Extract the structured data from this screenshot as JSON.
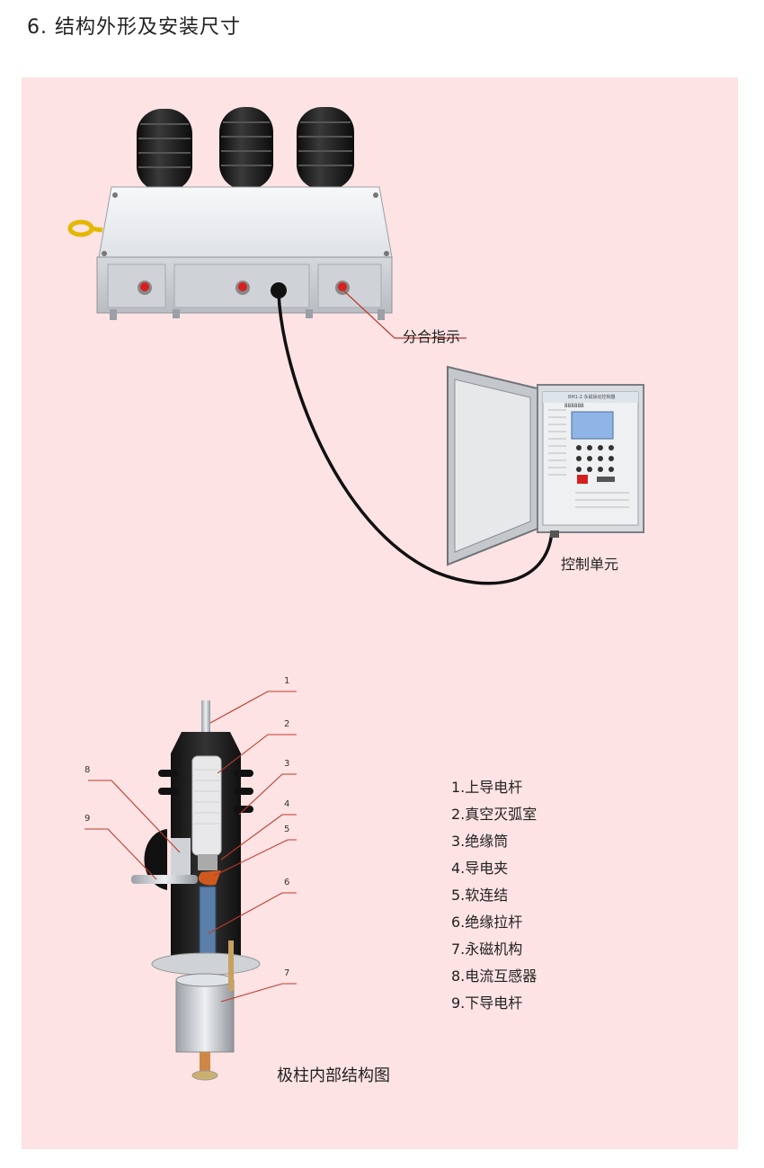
{
  "page": {
    "title": "6. 结构外形及安装尺寸"
  },
  "labels": {
    "indicator": "分合指示",
    "control_unit": "控制单元",
    "caption": "极柱内部结构图"
  },
  "legend": [
    "1.上导电杆",
    "2.真空灭弧室",
    "3.绝缘筒",
    "4.导电夹",
    "5.软连结",
    "6.绝缘拉杆",
    "7.永磁机构",
    "8.电流互感器",
    "9.下导电杆"
  ],
  "callout_numbers": [
    "1",
    "2",
    "3",
    "4",
    "5",
    "6",
    "7",
    "8",
    "9"
  ],
  "controller": {
    "header": "BM1-2 永磁操动控制器",
    "display": "888888"
  },
  "colors": {
    "panel_bg": "#fde3e4",
    "callout_line": "#c0392b",
    "cable": "#111111",
    "bushing": "#1a1a1a",
    "housing": "#e8eaed",
    "indicator_red": "#d62020"
  }
}
